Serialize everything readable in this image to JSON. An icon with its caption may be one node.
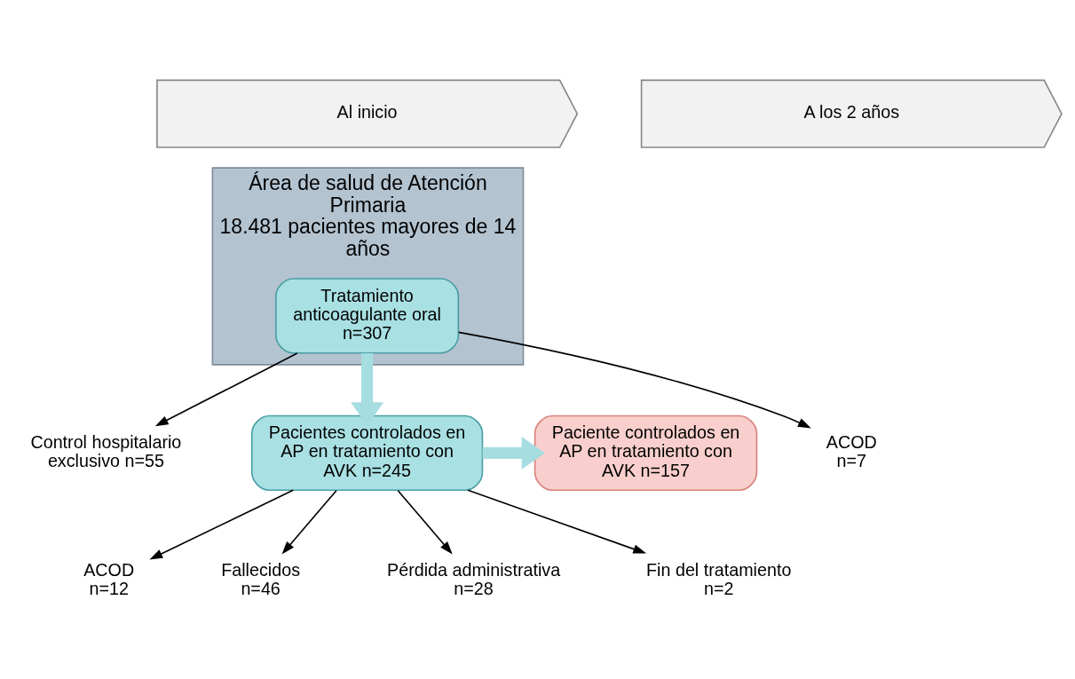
{
  "diagram": {
    "nodes": [
      {
        "text": [
          "Al inicio"
        ]
      },
      {
        "text": [
          "A los 2 años"
        ]
      },
      {
        "text": [
          "Área de salud de Atención Primaria",
          "18.481 pacientes mayores de 14 años"
        ]
      },
      {
        "text": [
          "Tratamiento anticoagulante oral n=307"
        ],
        "in": 2
      },
      {
        "text": [
          "Control hospitalario exclusivo n=55"
        ]
      },
      {
        "text": [
          "ACOD n=7"
        ]
      },
      {
        "text": [
          "Pacientes controlados en AP en tratamiento con AVK n=245"
        ]
      },
      {
        "text": [
          "ACOD n=12"
        ]
      },
      {
        "text": [
          "Fallecidos n=46"
        ]
      },
      {
        "text": [
          "Paciente controlados en AP en tratamiento con AVK n=157"
        ]
      },
      {
        "text": [
          "Pérdida administrativa n=28"
        ]
      },
      {
        "text": [
          "Fin del tratamiento n=2"
        ]
      }
    ],
    "edges": [
      {
        "from": 3,
        "to": 4,
        "arrow": "to"
      },
      {
        "from": 3,
        "to": 5,
        "arrow": "to"
      },
      {
        "from": 3,
        "to": 6,
        "arrow": "to",
        "style": "thick",
        "color": "#a6dde0"
      },
      {
        "from": 6,
        "to": 7,
        "arrow": "to"
      },
      {
        "from": 6,
        "to": 8,
        "arrow": "to"
      },
      {
        "from": 6,
        "to": 9,
        "arrow": "to",
        "style": "thick",
        "color": "#a6dde0"
      },
      {
        "from": 6,
        "to": 10,
        "arrow": "to"
      },
      {
        "from": 6,
        "to": 11,
        "arrow": "to"
      }
    ]
  }
}
